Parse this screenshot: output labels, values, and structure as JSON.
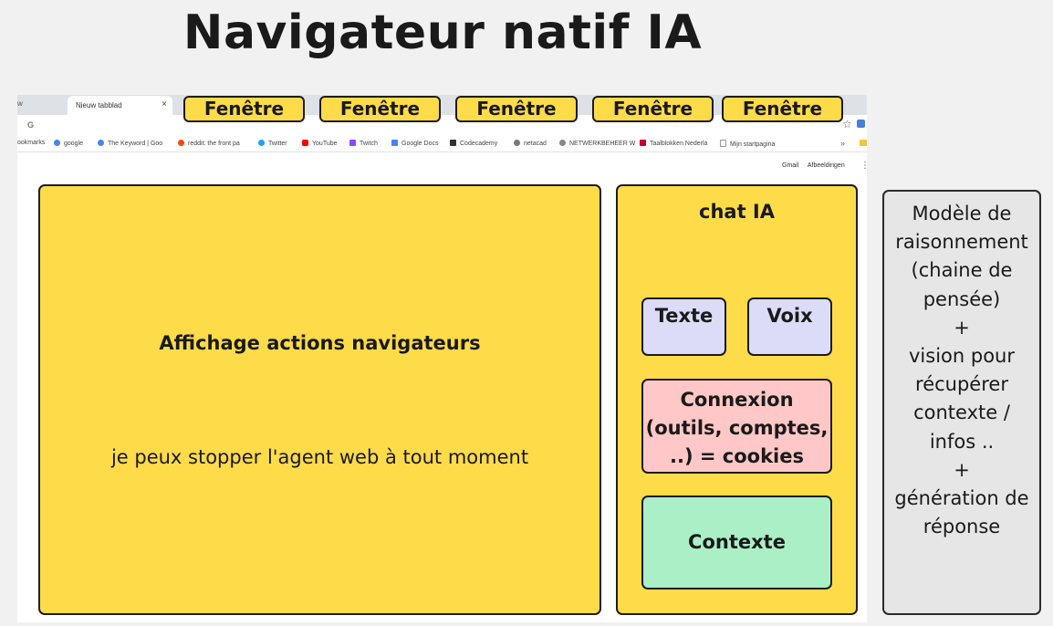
{
  "title": "Navigateur natif IA",
  "browser": {
    "prev_tab_fragment": "w",
    "active_tab": "Nieuw tabblad",
    "close_glyph": "×",
    "address_icon": "G",
    "bookmarks": [
      {
        "label": "ookmarks",
        "icon_color": ""
      },
      {
        "label": "google",
        "icon_color": "#4285f4"
      },
      {
        "label": "The Keyword | Goo",
        "icon_color": "#4285f4"
      },
      {
        "label": "reddit: the front pa",
        "icon_color": "#ff4500"
      },
      {
        "label": "Twitter",
        "icon_color": "#1da1f2"
      },
      {
        "label": "YouTube",
        "icon_color": "#ff0000"
      },
      {
        "label": "Twitch",
        "icon_color": "#9146ff"
      },
      {
        "label": "Google Docs",
        "icon_color": "#4285f4"
      },
      {
        "label": "Codecademy",
        "icon_color": "#333333"
      },
      {
        "label": "netacad",
        "icon_color": "#777777"
      },
      {
        "label": "NETWERKBEHEER W",
        "icon_color": "#888888"
      },
      {
        "label": "Taalblokken Nederla",
        "icon_color": "#c4002b"
      },
      {
        "label": "Mijn startpagina",
        "icon_color": "#999999"
      }
    ],
    "more_glyph": "»",
    "top_links": [
      "Gmail",
      "Afbeeldingen"
    ]
  },
  "windows": [
    "Fenêtre",
    "Fenêtre",
    "Fenêtre",
    "Fenêtre",
    "Fenêtre"
  ],
  "main_panel": {
    "title": "Affichage actions navigateurs",
    "subtitle": "je peux stopper l'agent web à tout moment"
  },
  "chat_panel": {
    "title": "chat IA",
    "texte": "Texte",
    "voix": "Voix",
    "connexion_lines": [
      "Connexion",
      "(outils, comptes,",
      "..) = cookies"
    ],
    "contexte": "Contexte"
  },
  "model_panel": {
    "lines": [
      "Modèle de",
      "raisonnement",
      "(chaine de",
      "pensée)",
      "+",
      "vision pour",
      "récupérer",
      "contexte /",
      "infos ..",
      "+",
      "génération de",
      "réponse"
    ]
  },
  "colors": {
    "yellow": "#fedb48",
    "lavender": "#dcdcf8",
    "pink": "#ffc7c7",
    "green": "#abefc7",
    "grey": "#e6e6e6"
  },
  "icons": [
    "close-icon",
    "star-icon",
    "extension-icon",
    "apps-grid-icon",
    "folder-icon"
  ]
}
